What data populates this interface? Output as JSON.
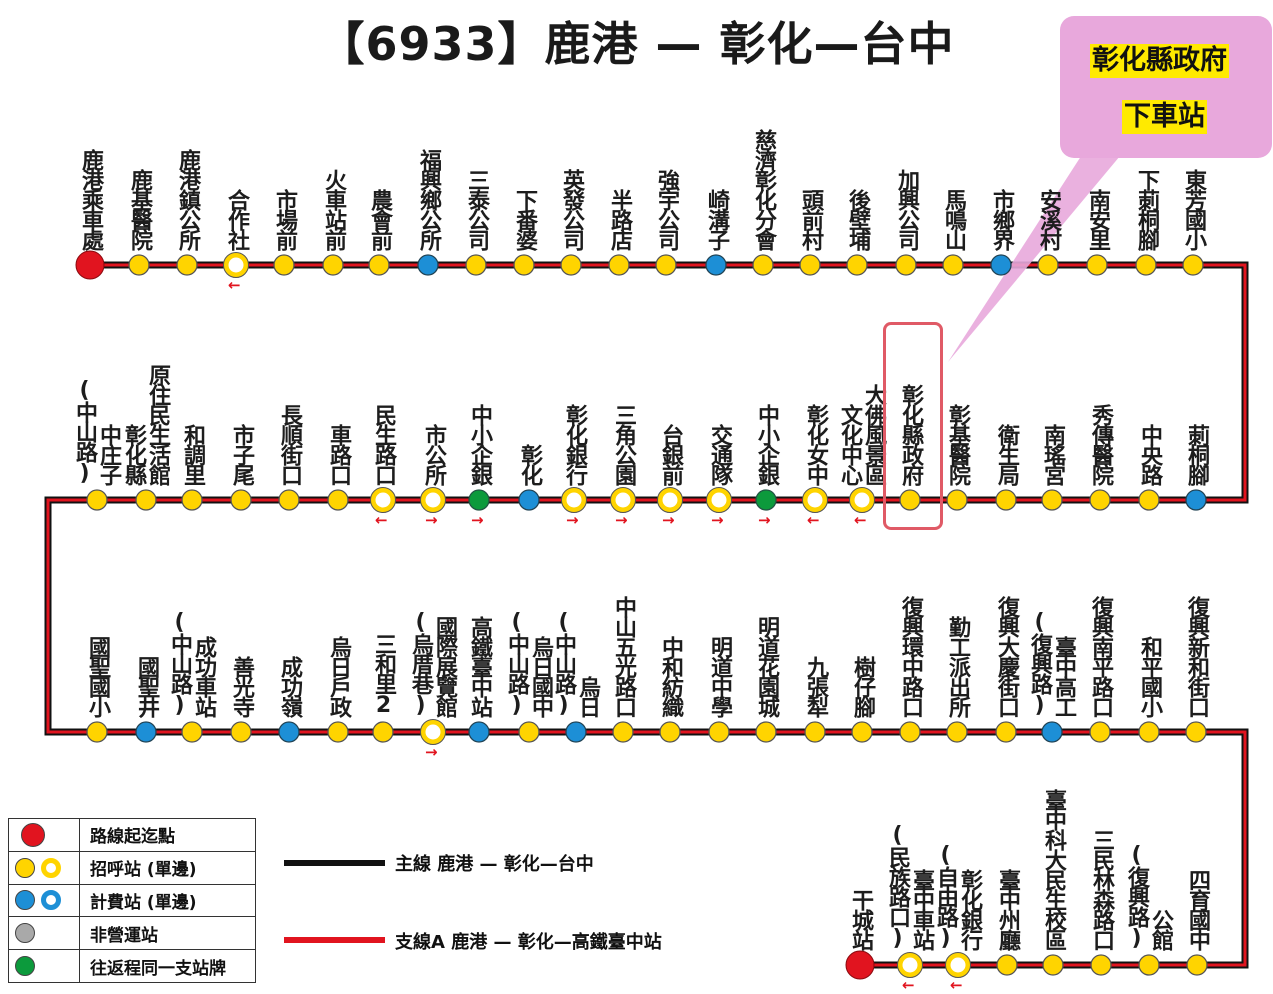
{
  "title": "【6933】鹿港 — 彰化—台中",
  "callout": {
    "line1": "彰化縣政府",
    "line2": "下車站"
  },
  "colors": {
    "main_line": "#111111",
    "branch_line": "#e1141f",
    "start_point": "#e1141f",
    "call_stop": "#ffd400",
    "fare_stop": "#1d8fd6",
    "non_operating": "#a9a9a9",
    "shared_pole": "#0c9a3c",
    "callout": "#e8a8dc",
    "highlight": "#ffea00"
  },
  "rows": [
    {
      "stops": [
        {
          "name": "鹿港乘車處",
          "type": "start"
        },
        {
          "name": "鹿基醫院",
          "type": "call"
        },
        {
          "name": "鹿港鎮公所",
          "type": "call"
        },
        {
          "name": "合作社",
          "type": "call-ring",
          "arrow": "←"
        },
        {
          "name": "市場前",
          "type": "call"
        },
        {
          "name": "火車站前",
          "type": "call"
        },
        {
          "name": "農會前",
          "type": "call"
        },
        {
          "name": "福興鄉公所",
          "type": "fare"
        },
        {
          "name": "三泰公司",
          "type": "call"
        },
        {
          "name": "下番婆",
          "type": "call"
        },
        {
          "name": "英發公司",
          "type": "call"
        },
        {
          "name": "半路店",
          "type": "call"
        },
        {
          "name": "強宇公司",
          "type": "call"
        },
        {
          "name": "崎溝子",
          "type": "fare"
        },
        {
          "name": "慈濟彰化分會",
          "type": "call"
        },
        {
          "name": "頭前村",
          "type": "call"
        },
        {
          "name": "後壁埔",
          "type": "call"
        },
        {
          "name": "加興公司",
          "type": "call"
        },
        {
          "name": "馬鳴山",
          "type": "call"
        },
        {
          "name": "市鄉界",
          "type": "fare"
        },
        {
          "name": "安溪村",
          "type": "call"
        },
        {
          "name": "南安里",
          "type": "call"
        },
        {
          "name": "下莿桐腳",
          "type": "call"
        },
        {
          "name": "東芳國小",
          "type": "call"
        }
      ]
    },
    {
      "stops": [
        {
          "name": "中庄子",
          "sub": "(中山路)",
          "type": "call"
        },
        {
          "name": "原住民生活館",
          "sub": "彰化縣",
          "type": "call"
        },
        {
          "name": "和調里",
          "type": "call"
        },
        {
          "name": "市子尾",
          "type": "call"
        },
        {
          "name": "長順街口",
          "type": "call"
        },
        {
          "name": "車路口",
          "type": "call"
        },
        {
          "name": "民生路口",
          "type": "call-ring",
          "arrow": "←"
        },
        {
          "name": "市公所",
          "type": "call-ring",
          "arrow": "→"
        },
        {
          "name": "中小企銀",
          "type": "shared",
          "arrow": "→"
        },
        {
          "name": "彰化",
          "type": "fare"
        },
        {
          "name": "彰化銀行",
          "type": "call-ring",
          "arrow": "→"
        },
        {
          "name": "三角公園",
          "type": "call-ring",
          "arrow": "→"
        },
        {
          "name": "台銀前",
          "type": "call-ring",
          "arrow": "→"
        },
        {
          "name": "交通隊",
          "type": "call-ring",
          "arrow": "→"
        },
        {
          "name": "中小企銀",
          "type": "shared",
          "arrow": "→"
        },
        {
          "name": "彰化女中",
          "type": "call-ring",
          "arrow": "←"
        },
        {
          "name": "大佛風景區",
          "sub": "文化中心",
          "type": "call-ring",
          "arrow": "←"
        },
        {
          "name": "彰化縣政府",
          "type": "call"
        },
        {
          "name": "彰基醫院",
          "type": "call"
        },
        {
          "name": "衛生局",
          "type": "call"
        },
        {
          "name": "南瑤宮",
          "type": "call"
        },
        {
          "name": "秀傳醫院",
          "type": "call"
        },
        {
          "name": "中央路",
          "type": "call"
        },
        {
          "name": "莿桐腳",
          "type": "fare"
        }
      ]
    },
    {
      "stops": [
        {
          "name": "國聖國小",
          "type": "call"
        },
        {
          "name": "國聖井",
          "type": "fare"
        },
        {
          "name": "成功車站",
          "sub": "(中山路)",
          "type": "call"
        },
        {
          "name": "善光寺",
          "type": "call"
        },
        {
          "name": "成功嶺",
          "type": "fare"
        },
        {
          "name": "烏日戶政",
          "type": "call"
        },
        {
          "name": "三和里2",
          "type": "call"
        },
        {
          "name": "國際展覽館",
          "sub": "(烏厝巷)",
          "type": "call-ring",
          "arrow": "→"
        },
        {
          "name": "高鐵臺中站",
          "type": "fare"
        },
        {
          "name": "烏日國中",
          "sub": "(中山路)",
          "type": "call"
        },
        {
          "name": "烏日",
          "sub": "(中山路)",
          "type": "fare"
        },
        {
          "name": "中山五光路口",
          "type": "call"
        },
        {
          "name": "中和紡織",
          "type": "call"
        },
        {
          "name": "明道中學",
          "type": "call"
        },
        {
          "name": "明道花園城",
          "type": "call"
        },
        {
          "name": "九張犁",
          "type": "call"
        },
        {
          "name": "樹仔腳",
          "type": "call"
        },
        {
          "name": "復興環中路口",
          "type": "call"
        },
        {
          "name": "勤工派出所",
          "type": "call"
        },
        {
          "name": "復興大慶街口",
          "type": "call"
        },
        {
          "name": "臺中高工",
          "sub": "(復興路)",
          "type": "fare"
        },
        {
          "name": "復興南平路口",
          "type": "call"
        },
        {
          "name": "和平國小",
          "type": "call"
        },
        {
          "name": "復興新和街口",
          "type": "call"
        }
      ]
    },
    {
      "stops": [
        {
          "name": "干城站",
          "type": "start"
        },
        {
          "name": "臺中車站",
          "sub": "(民族路口)",
          "type": "call-ring",
          "arrow": "←"
        },
        {
          "name": "彰化銀行",
          "sub": "(自由路)",
          "type": "call-ring",
          "arrow": "←"
        },
        {
          "name": "臺中州廳",
          "type": "call"
        },
        {
          "name": "臺中科大民生校區",
          "type": "call"
        },
        {
          "name": "三民林森路口",
          "type": "call"
        },
        {
          "name": "公館",
          "sub": "(復興路)",
          "type": "call"
        },
        {
          "name": "四育國中",
          "type": "call"
        }
      ]
    }
  ],
  "legend": [
    {
      "symbols": [
        "start"
      ],
      "label": "路線起迄點"
    },
    {
      "symbols": [
        "call",
        "call-ring"
      ],
      "label": "招呼站 (單邊)"
    },
    {
      "symbols": [
        "fare",
        "fare-ring"
      ],
      "label": "計費站 (單邊)"
    },
    {
      "symbols": [
        "nonop"
      ],
      "label": "非營運站"
    },
    {
      "symbols": [
        "shared"
      ],
      "label": "往返程同一支站牌"
    }
  ],
  "line_keys": [
    {
      "label": "主線 鹿港 — 彰化—台中",
      "color": "#111111"
    },
    {
      "label": "支線A 鹿港 — 彰化—高鐵臺中站",
      "color": "#e1141f"
    }
  ]
}
